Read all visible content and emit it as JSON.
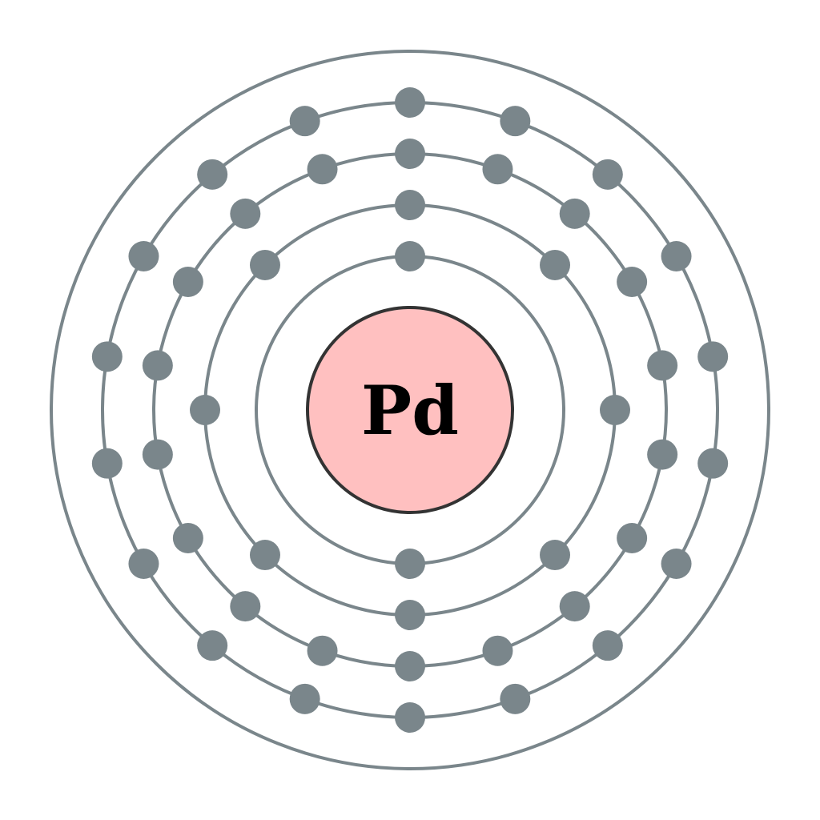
{
  "element": {
    "symbol": "Pd"
  },
  "electron_shells": [
    2,
    8,
    18,
    18,
    0
  ],
  "colors": {
    "shell": "#7a868b",
    "electron": "#7a868b",
    "nucleus_fill": "#ffc0c0",
    "nucleus_stroke": "#333333",
    "symbol_text": "#000000",
    "background": "#ffffff"
  }
}
